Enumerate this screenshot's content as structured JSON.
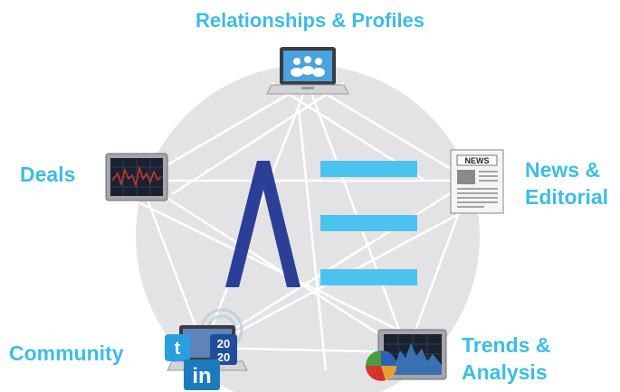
{
  "diagram": {
    "nodes": [
      {
        "id": "relationships",
        "label": "Relationships & Profiles",
        "icon": "laptop-users-icon"
      },
      {
        "id": "news",
        "label_lines": [
          "News &",
          "Editorial"
        ],
        "icon": "newspaper-icon",
        "icon_text": "NEWS"
      },
      {
        "id": "trends",
        "label_lines": [
          "Trends &",
          "Analysis"
        ],
        "icon": "chart-monitor-icon"
      },
      {
        "id": "community",
        "label": "Community",
        "icon": "social-laptop-icon",
        "badges": {
          "social_count": "20 20",
          "linkedin": "in"
        }
      },
      {
        "id": "deals",
        "label": "Deals",
        "icon": "ticker-monitor-icon"
      }
    ],
    "logo": "Λ≡-logo",
    "colors": {
      "accent": "#3cbde8",
      "logo_navy": "#2a3f95",
      "circle": "#e3e3e5",
      "lines": "#ffffff"
    }
  }
}
